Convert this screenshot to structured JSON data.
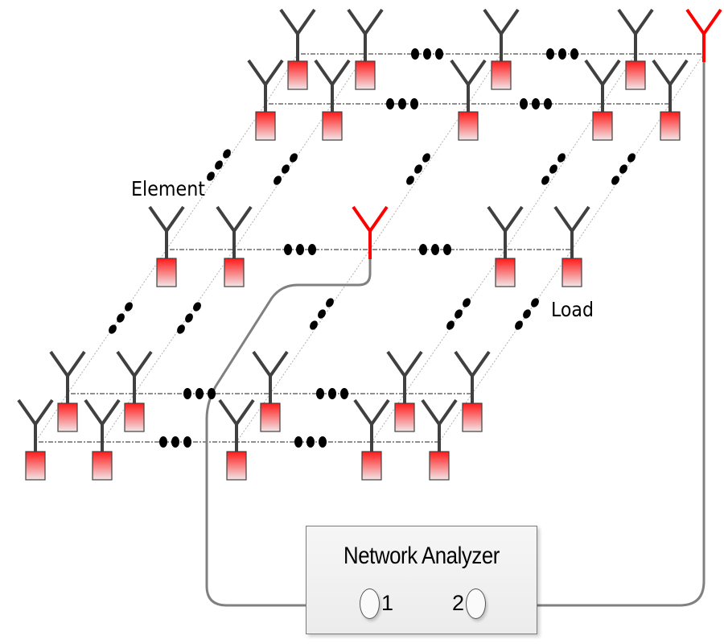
{
  "labels": {
    "element": "Element",
    "load": "Load"
  },
  "analyzer": {
    "title": "Network Analyzer",
    "port1_label": "1",
    "port2_label": "2"
  },
  "colors": {
    "antenna": "#404040",
    "active_antenna": "#ff0000",
    "load_top": "#ff1a1a",
    "load_bottom": "#f2e6e8",
    "cable": "#808080",
    "ellipsis": "#000000"
  },
  "array": {
    "rows": 5,
    "visible_elements_per_row": 5,
    "active_elements": [
      {
        "row": 0,
        "col": 4,
        "port": "2"
      },
      {
        "row": 2,
        "col": 2,
        "port": "1"
      }
    ]
  }
}
